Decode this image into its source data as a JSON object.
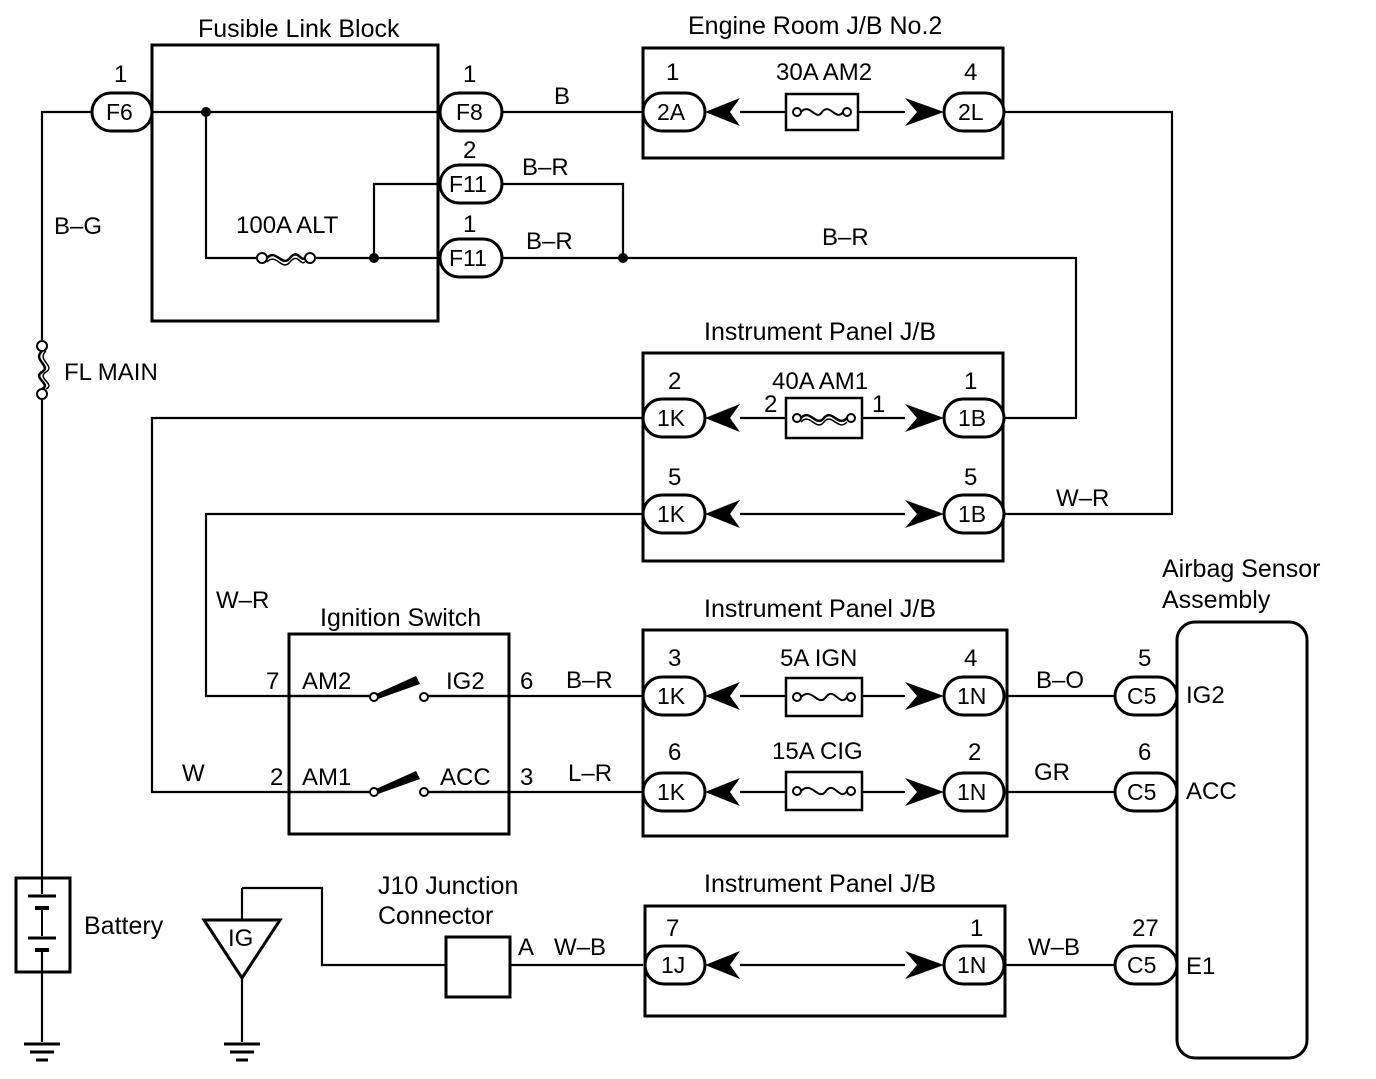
{
  "blocks": {
    "fusible_link_block": "Fusible Link Block",
    "engine_room_jb2": "Engine Room J/B No.2",
    "ip_jb_1": "Instrument Panel J/B",
    "ip_jb_2": "Instrument Panel J/B",
    "ip_jb_3": "Instrument Panel J/B",
    "ignition_switch": "Ignition Switch",
    "airbag_sensor_line1": "Airbag Sensor",
    "airbag_sensor_line2": "Assembly",
    "j10_line1": "J10 Junction",
    "j10_line2": "Connector",
    "battery": "Battery",
    "ig_ground": "IG"
  },
  "fuses": {
    "alt": "100A ALT",
    "am2": "30A AM2",
    "am1": "40A AM1",
    "ign": "5A IGN",
    "cig": "15A CIG",
    "fl_main": "FL MAIN"
  },
  "connectors": {
    "f6": "F6",
    "f8": "F8",
    "f11a": "F11",
    "f11b": "F11",
    "er_2a": "2A",
    "er_2l": "2L",
    "ip1_1k_2": "1K",
    "ip1_1b_1": "1B",
    "ip1_1k_5": "1K",
    "ip1_1b_5": "1B",
    "ip2_1k_3": "1K",
    "ip2_1n_4": "1N",
    "ip2_1k_6": "1K",
    "ip2_1n_2": "1N",
    "ip3_1j": "1J",
    "ip3_1n": "1N",
    "c5_ig2": "C5",
    "c5_acc": "C5",
    "c5_e1": "C5"
  },
  "pins": {
    "f6": "1",
    "f8": "1",
    "f11a": "2",
    "f11b": "1",
    "er_2a": "1",
    "er_2l": "4",
    "ip1_1k_2": "2",
    "ip1_1b_1": "1",
    "am1_in": "2",
    "am1_out": "1",
    "ip1_1k_5": "5",
    "ip1_1b_5": "5",
    "ip2_1k_3": "3",
    "ip2_1n_4": "4",
    "ip2_1k_6": "6",
    "ip2_1n_2": "2",
    "ip3_1j": "7",
    "ip3_1n": "1",
    "c5_ig2": "5",
    "c5_acc": "6",
    "c5_e1": "27",
    "sw_am2": "7",
    "sw_ig2": "6",
    "sw_am1": "2",
    "sw_acc": "3",
    "j10": "A"
  },
  "terminals": {
    "am2": "AM2",
    "ig2": "IG2",
    "am1": "AM1",
    "acc": "ACC",
    "sensor_ig2": "IG2",
    "sensor_acc": "ACC",
    "sensor_e1": "E1"
  },
  "wires": {
    "b": "B",
    "bg": "B–G",
    "br_1": "B–R",
    "br_2": "B–R",
    "br_3": "B–R",
    "wr_1": "W–R",
    "wr_2": "W–R",
    "br_4": "B–R",
    "lr": "L–R",
    "w": "W",
    "bo": "B–O",
    "gr": "GR",
    "wb_1": "W–B",
    "wb_2": "W–B"
  }
}
